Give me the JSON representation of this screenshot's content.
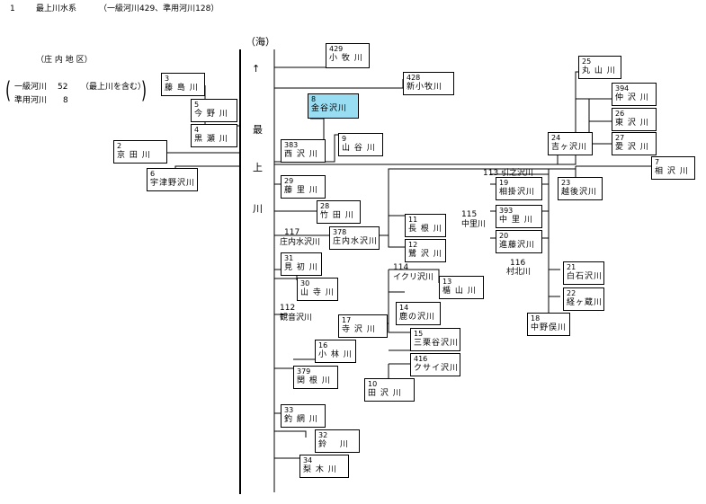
{
  "header": {
    "section": "1",
    "title": "最上川水系",
    "summary": "（一級河川429、準用河川128）"
  },
  "district": {
    "title": "（庄 内 地 区）",
    "class1_label": "一級河川",
    "class1_count": "52",
    "class1_note": "（最上川を含む）",
    "quasi_label": "準用河川",
    "quasi_count": "8"
  },
  "main_river": {
    "sea_label": "（海）",
    "arrow": "↑",
    "name_chars": [
      "最",
      "上",
      "川"
    ]
  },
  "rivers": [
    {
      "id": "r3",
      "num": "3",
      "name": "藤 島 川"
    },
    {
      "id": "r5",
      "num": "5",
      "name": "今 野 川"
    },
    {
      "id": "r4",
      "num": "4",
      "name": "黒 瀬 川"
    },
    {
      "id": "r2",
      "num": "2",
      "name": "京 田 川"
    },
    {
      "id": "r6",
      "num": "6",
      "name": "宇津野沢川"
    },
    {
      "id": "r429",
      "num": "429",
      "name": "小 牧 川"
    },
    {
      "id": "r428",
      "num": "428",
      "name": "新小牧川"
    },
    {
      "id": "r8",
      "num": "8",
      "name": "金谷沢川",
      "highlight": true
    },
    {
      "id": "r383",
      "num": "383",
      "name": "西 沢 川"
    },
    {
      "id": "r9",
      "num": "9",
      "name": "山 谷 川"
    },
    {
      "id": "r29",
      "num": "29",
      "name": "藤 里 川"
    },
    {
      "id": "r28",
      "num": "28",
      "name": "竹 田 川"
    },
    {
      "id": "r378",
      "num": "378",
      "name": "庄内水沢川"
    },
    {
      "id": "r31",
      "num": "31",
      "name": "見 初 川"
    },
    {
      "id": "r30",
      "num": "30",
      "name": "山 寺 川"
    },
    {
      "id": "r11",
      "num": "11",
      "name": "長 根 川"
    },
    {
      "id": "r12",
      "num": "12",
      "name": "鷺 沢 川"
    },
    {
      "id": "r13",
      "num": "13",
      "name": "楯 山 川"
    },
    {
      "id": "r14",
      "num": "14",
      "name": "鹿の沢川"
    },
    {
      "id": "r17",
      "num": "17",
      "name": "寺 沢 川"
    },
    {
      "id": "r16",
      "num": "16",
      "name": "小 林 川"
    },
    {
      "id": "r15",
      "num": "15",
      "name": "三栗谷沢川"
    },
    {
      "id": "r416",
      "num": "416",
      "name": "クサイ沢川"
    },
    {
      "id": "r379",
      "num": "379",
      "name": "関 根 川"
    },
    {
      "id": "r10",
      "num": "10",
      "name": "田 沢 川"
    },
    {
      "id": "r33",
      "num": "33",
      "name": "釣 網 川"
    },
    {
      "id": "r32",
      "num": "32",
      "name": "鈴 　川"
    },
    {
      "id": "r34",
      "num": "34",
      "name": "梨 木 川"
    },
    {
      "id": "r25",
      "num": "25",
      "name": "丸 山 川"
    },
    {
      "id": "r394",
      "num": "394",
      "name": "仲 沢 川"
    },
    {
      "id": "r26",
      "num": "26",
      "name": "東 沢 川"
    },
    {
      "id": "r27",
      "num": "27",
      "name": "愛 沢 川"
    },
    {
      "id": "r24",
      "num": "24",
      "name": "吉ヶ沢川"
    },
    {
      "id": "r7",
      "num": "7",
      "name": "相 沢 川"
    },
    {
      "id": "r19",
      "num": "19",
      "name": "相掛沢川"
    },
    {
      "id": "r23",
      "num": "23",
      "name": "越後沢川"
    },
    {
      "id": "r393",
      "num": "393",
      "name": "中 里 川"
    },
    {
      "id": "r20",
      "num": "20",
      "name": "進藤沢川"
    },
    {
      "id": "r21",
      "num": "21",
      "name": "白石沢川"
    },
    {
      "id": "r22",
      "num": "22",
      "name": "経ヶ蔵川"
    },
    {
      "id": "r18",
      "num": "18",
      "name": "中野俣川"
    }
  ],
  "unboxed": [
    {
      "id": "u117",
      "num": "117",
      "name": "庄内水沢川"
    },
    {
      "id": "u112",
      "num": "112",
      "name": "観音沢川"
    },
    {
      "id": "u114",
      "num": "114",
      "name": "イクリ沢川"
    },
    {
      "id": "u113",
      "num": "113",
      "name": "引之沢川"
    },
    {
      "id": "u115",
      "num": "115",
      "name": "中里川"
    },
    {
      "id": "u116",
      "num": "116",
      "name": "村北川"
    }
  ]
}
